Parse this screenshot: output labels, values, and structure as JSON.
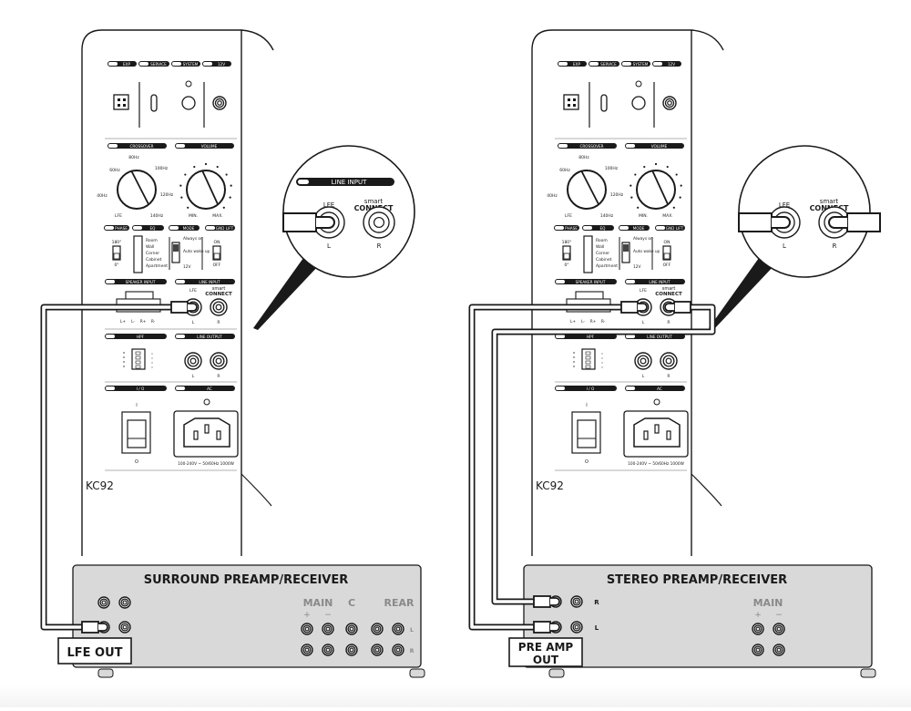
{
  "left": {
    "panel": {
      "model": "KC92",
      "sections": {
        "exp": "EXP",
        "service": "SERVICE",
        "system": "SYSTEM",
        "v12": "12V",
        "crossover": "CROSSOVER",
        "volume": "VOLUME",
        "phase": "PHASE",
        "eq": "EQ",
        "mode": "MODE",
        "gnd_lift": "GND LIFT",
        "speaker_input": "SPEAKER INPUT",
        "line_input": "LINE INPUT",
        "hpf": "HPF",
        "line_output": "LINE OUTPUT",
        "io": "I / O",
        "ac": "AC"
      },
      "crossover_labels": [
        "40Hz",
        "60Hz",
        "80Hz",
        "100Hz",
        "120Hz",
        "140Hz",
        "LFE"
      ],
      "volume_labels": [
        "MIN.",
        "MAX."
      ],
      "phase_labels": [
        "180°",
        "0°"
      ],
      "eq_options": [
        "Room",
        "Wall",
        "Corner",
        "Cabinet",
        "Apartment"
      ],
      "mode_options": [
        "Always on",
        "Auto wake up",
        "12V"
      ],
      "gnd_labels": [
        "ON",
        "OFF"
      ],
      "speaker_terminals": [
        "L+",
        "L-",
        "R+",
        "R-"
      ],
      "lfe_label": "LFE",
      "ch_l": "L",
      "ch_r": "R",
      "smart": "smart",
      "connect": "CONNECT",
      "io_on": "I",
      "io_off": "O",
      "ac_rating": "100-240V ~ 50/60Hz 1000W"
    },
    "callout": {
      "title": "LINE INPUT",
      "lfe": "LFE",
      "l": "L",
      "r": "R",
      "smart": "smart",
      "connect": "CONNECT"
    },
    "receiver": {
      "title": "SURROUND PREAMP/RECEIVER",
      "output_label": "LFE OUT",
      "groups": [
        "MAIN",
        "C",
        "REAR"
      ],
      "plus": "+",
      "minus": "−",
      "rows": [
        "L",
        "R"
      ]
    }
  },
  "right": {
    "panel": {
      "model": "KC92",
      "sections": {
        "exp": "EXP",
        "service": "SERVICE",
        "system": "SYSTEM",
        "v12": "12V",
        "crossover": "CROSSOVER",
        "volume": "VOLUME",
        "phase": "PHASE",
        "eq": "EQ",
        "mode": "MODE",
        "gnd_lift": "GND LIFT",
        "speaker_input": "SPEAKER INPUT",
        "line_input": "LINE INPUT",
        "hpf": "HPF",
        "line_output": "LINE OUTPUT",
        "io": "I / O",
        "ac": "AC"
      },
      "crossover_labels": [
        "40Hz",
        "60Hz",
        "80Hz",
        "100Hz",
        "120Hz",
        "140Hz",
        "LFE"
      ],
      "volume_labels": [
        "MIN.",
        "MAX."
      ],
      "phase_labels": [
        "180°",
        "0°"
      ],
      "eq_options": [
        "Room",
        "Wall",
        "Corner",
        "Cabinet",
        "Apartment"
      ],
      "mode_options": [
        "Always on",
        "Auto wake up",
        "12V"
      ],
      "gnd_labels": [
        "ON",
        "OFF"
      ],
      "speaker_terminals": [
        "L+",
        "L-",
        "R+",
        "R-"
      ],
      "lfe_label": "LFE",
      "ch_l": "L",
      "ch_r": "R",
      "smart": "smart",
      "connect": "CONNECT",
      "io_on": "I",
      "io_off": "O",
      "ac_rating": "100-240V ~ 50/60Hz 1000W"
    },
    "callout": {
      "lfe": "LFE",
      "l": "L",
      "r": "R",
      "smart": "smart",
      "connect": "CONNECT"
    },
    "receiver": {
      "title": "STEREO PREAMP/RECEIVER",
      "output_label_1": "PRE AMP",
      "output_label_2": "OUT",
      "groups": [
        "MAIN"
      ],
      "plus": "+",
      "minus": "−",
      "rows": [
        "R",
        "L"
      ]
    }
  },
  "colors": {
    "line": "#1a1a1a",
    "panel": "#ffffff",
    "receiver_fill": "#d9d9d9",
    "receiver_text": "#1a1a1a",
    "receiver_dim_text": "#8a8a8a"
  }
}
